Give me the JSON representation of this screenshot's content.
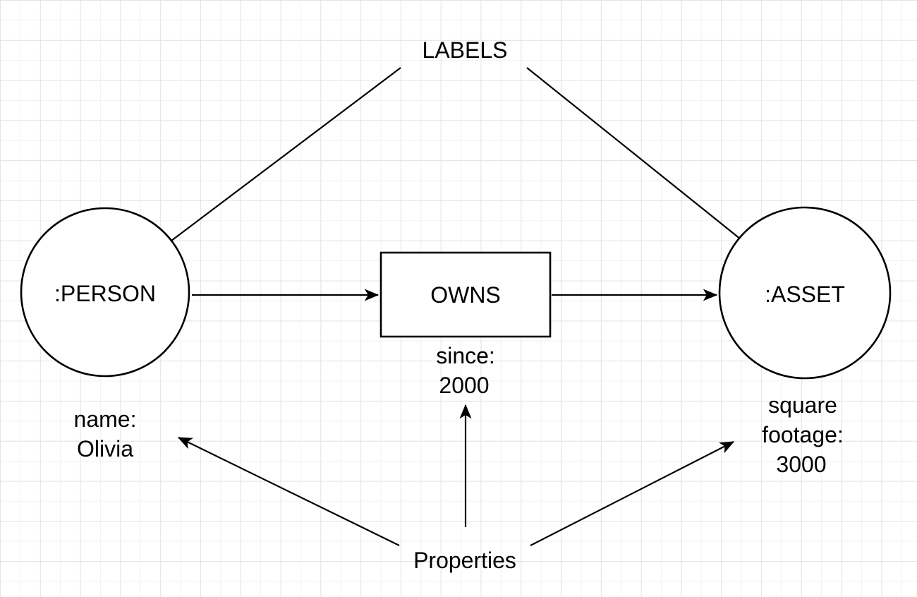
{
  "theme": {
    "background": "#ffffff",
    "grid_minor_color": "#f2f2f2",
    "grid_major_color": "#e4e4e4",
    "stroke_color": "#000000",
    "shape_fill": "#ffffff",
    "text_color": "#000000"
  },
  "concepts": {
    "labels_caption": "LABELS",
    "properties_caption": "Properties"
  },
  "nodes": {
    "person": {
      "label": ":PERSON"
    },
    "asset": {
      "label": ":ASSET"
    }
  },
  "relationship": {
    "label": "OWNS"
  },
  "property_values": {
    "person_name": {
      "line1": "name:",
      "line2": "Olivia"
    },
    "owns_since": {
      "line1": "since:",
      "line2": "2000"
    },
    "asset_square_footage": {
      "line1": "square",
      "line2": "footage:",
      "line3": "3000"
    }
  }
}
